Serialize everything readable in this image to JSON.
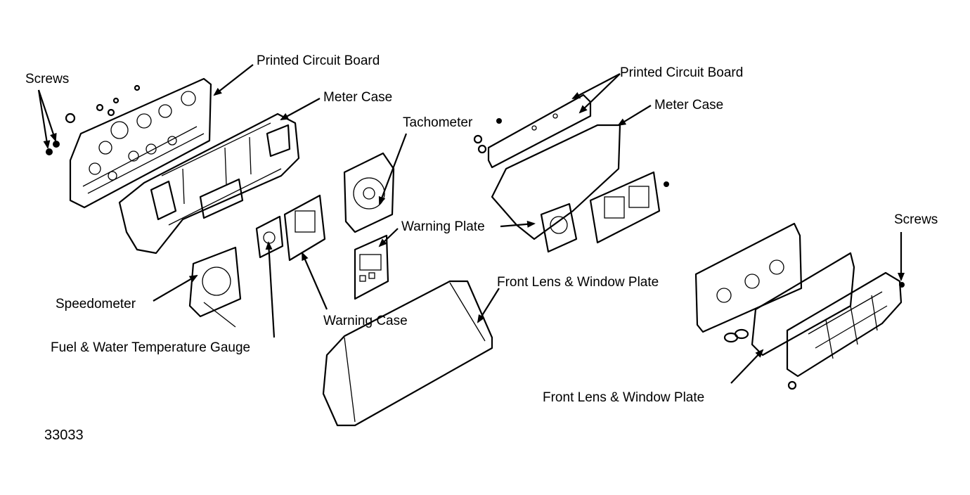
{
  "labels": {
    "screws_left": "Screws",
    "pcb_left": "Printed Circuit Board",
    "meter_case_left": "Meter Case",
    "tachometer": "Tachometer",
    "pcb_right": "Printed Circuit Board",
    "meter_case_right": "Meter Case",
    "warning_plate": "Warning Plate",
    "front_lens_top": "Front Lens & Window Plate",
    "screws_right": "Screws",
    "speedometer": "Speedometer",
    "warning_case": "Warning Case",
    "fuel_water_gauge": "Fuel & Water Temperature Gauge",
    "front_lens_bottom": "Front Lens & Window Plate",
    "figure_number": "33033"
  },
  "colors": {
    "ink": "#000000",
    "paper": "#ffffff"
  }
}
